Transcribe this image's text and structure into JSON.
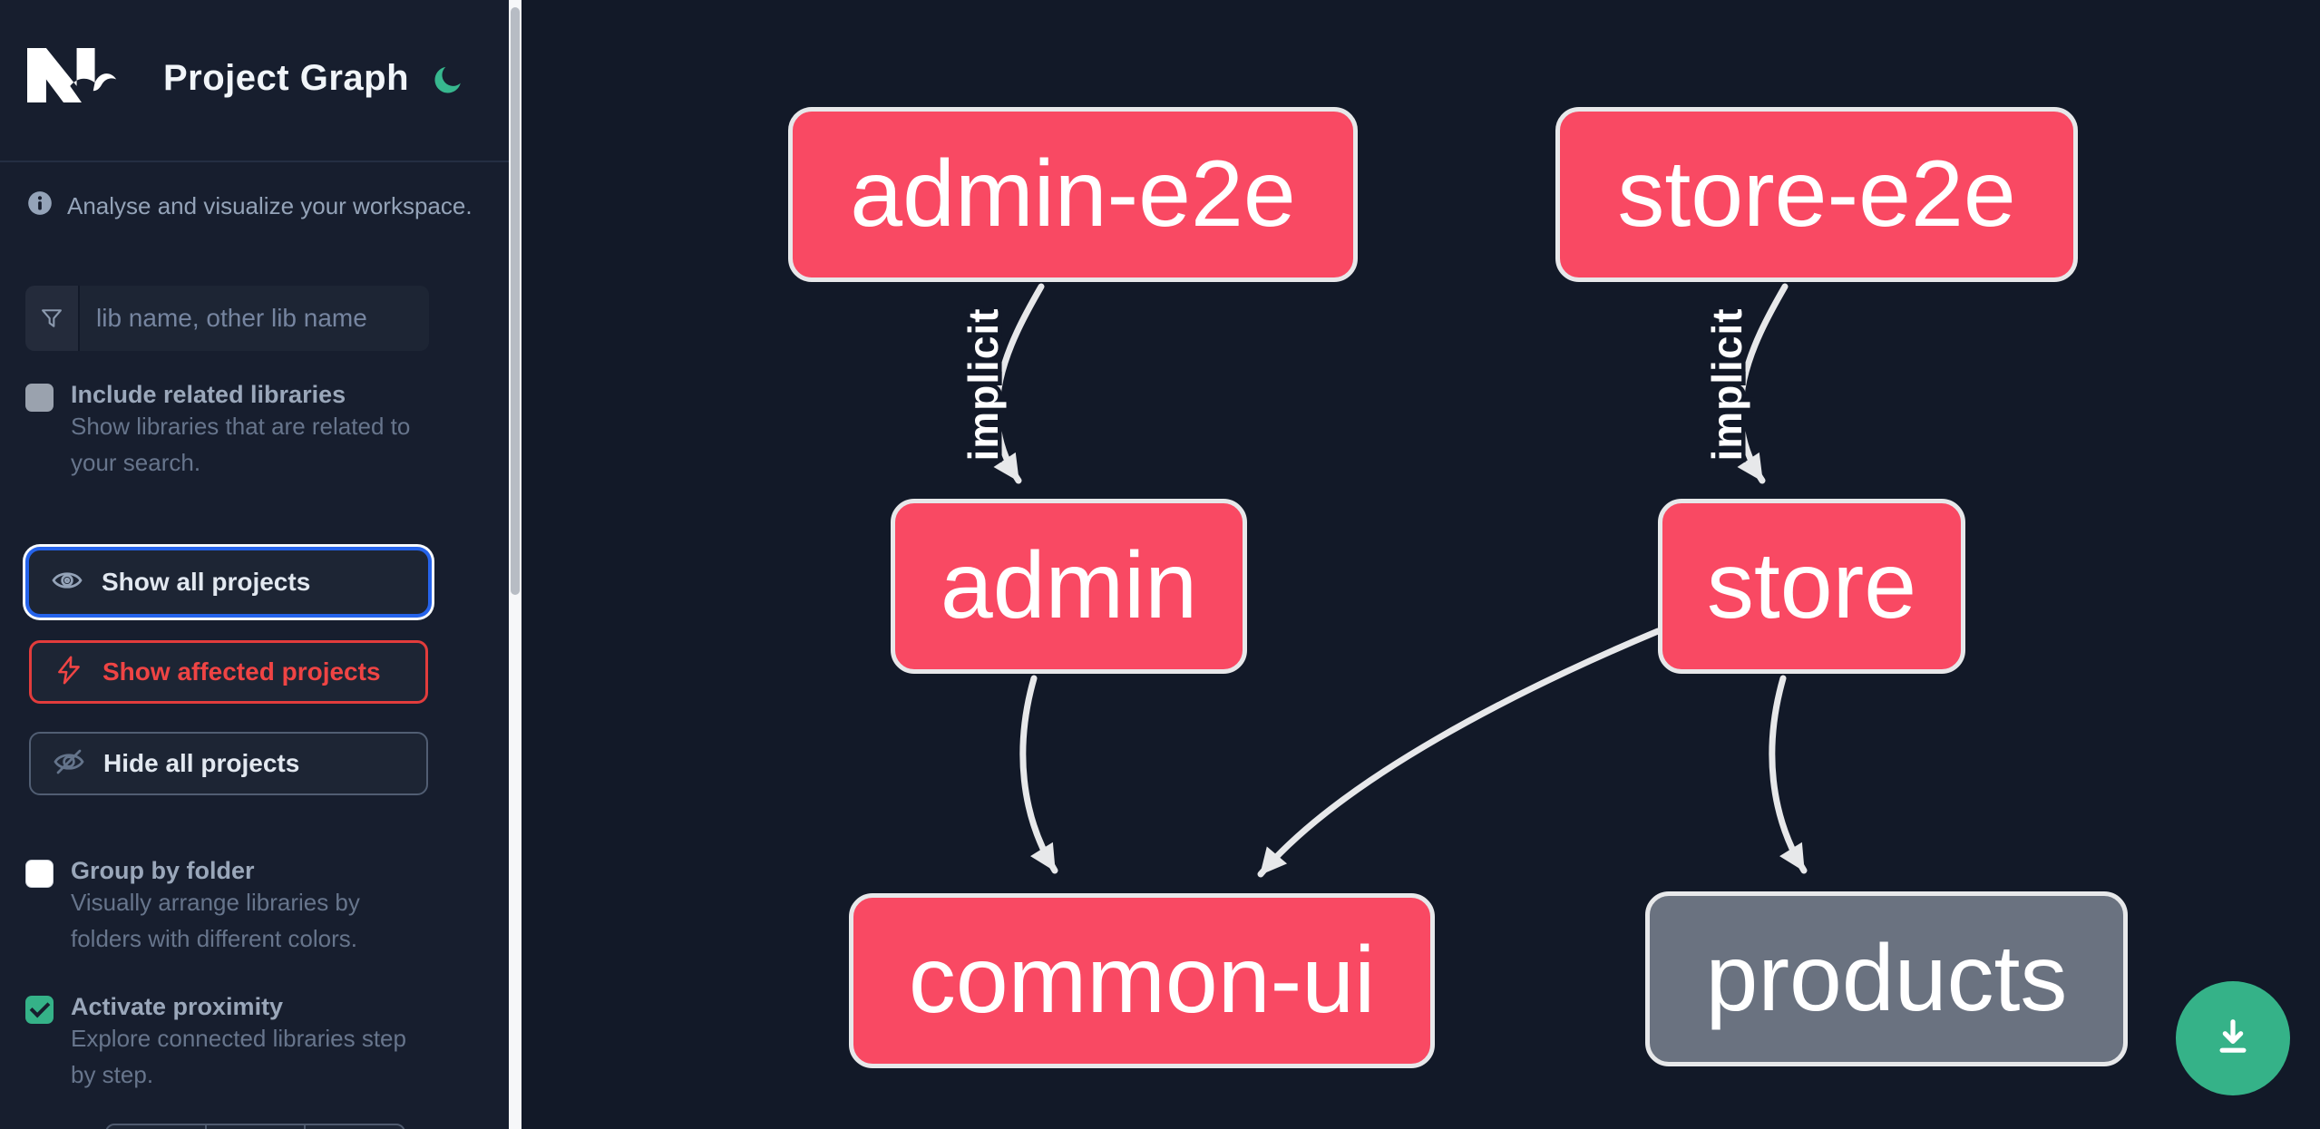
{
  "app": {
    "title": "Project Graph"
  },
  "sidebar": {
    "tagline": "Analyse and visualize your workspace.",
    "search": {
      "placeholder": "lib name, other lib name"
    },
    "include_related": {
      "label": "Include related libraries",
      "description": "Show libraries that are related to\nyour search.",
      "checked": false
    },
    "actions": {
      "show_all": "Show all projects",
      "show_affected": "Show affected projects",
      "hide_all": "Hide all projects"
    },
    "group_by_folder": {
      "label": "Group by folder",
      "description": "Visually arrange libraries by\nfolders with different colors.",
      "checked": false
    },
    "proximity": {
      "label": "Activate proximity",
      "description": "Explore connected libraries step\nby step.",
      "checked": true
    }
  },
  "graph": {
    "nodes": [
      {
        "id": "admin-e2e",
        "label": "admin-e2e",
        "status": "affected"
      },
      {
        "id": "store-e2e",
        "label": "store-e2e",
        "status": "affected"
      },
      {
        "id": "admin",
        "label": "admin",
        "status": "affected"
      },
      {
        "id": "store",
        "label": "store",
        "status": "affected"
      },
      {
        "id": "common-ui",
        "label": "common-ui",
        "status": "affected"
      },
      {
        "id": "products",
        "label": "products",
        "status": "normal"
      }
    ],
    "edges": [
      {
        "source": "admin-e2e",
        "target": "admin",
        "label": "implicit",
        "type": "implicit"
      },
      {
        "source": "store-e2e",
        "target": "store",
        "label": "implicit",
        "type": "implicit"
      },
      {
        "source": "admin",
        "target": "common-ui",
        "label": "",
        "type": "static"
      },
      {
        "source": "store",
        "target": "common-ui",
        "label": "",
        "type": "static"
      },
      {
        "source": "store",
        "target": "products",
        "label": "",
        "type": "static"
      }
    ]
  },
  "fab": {
    "icon": "download-icon"
  },
  "colors": {
    "affected_node": "#f94963",
    "normal_node": "#6a7280",
    "node_border": "#e7e8ea",
    "accent_green": "#35b288",
    "focus_blue": "#2563eb",
    "affected_red": "#ef4444",
    "canvas_bg": "#121928",
    "sidebar_bg": "#171e2e"
  }
}
